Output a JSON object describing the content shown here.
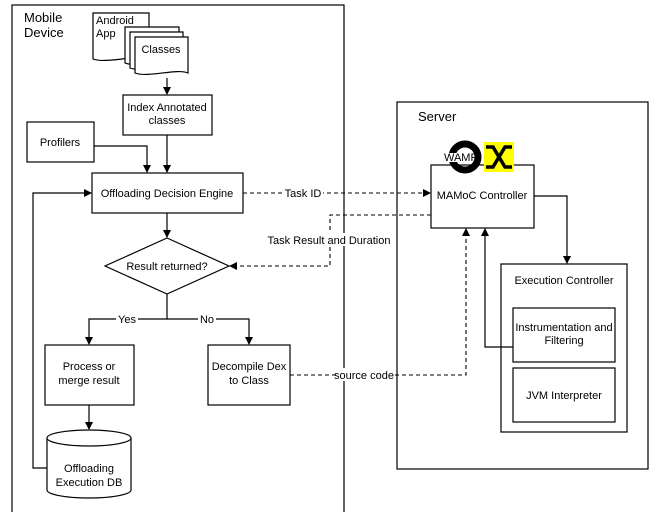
{
  "containers": {
    "mobile_label_line1": "Mobile",
    "mobile_label_line2": "Device",
    "server_label": "Server"
  },
  "mobile": {
    "android_app_line1": "Android",
    "android_app_line2": "App",
    "classes": "Classes",
    "index_line1": "Index Annotated",
    "index_line2": "classes",
    "profilers": "Profilers",
    "decision_engine": "Offloading Decision Engine",
    "result_returned": "Result returned?",
    "yes": "Yes",
    "no": "No",
    "process_line1": "Process or",
    "process_line2": "merge result",
    "decompile_line1": "Decompile Dex",
    "decompile_line2": "to Class",
    "db_line1": "Offloading",
    "db_line2": "Execution DB"
  },
  "server": {
    "wamp_logo_text": "WAMP",
    "controller": "MAMoC Controller",
    "execution_controller": "Execution Controller",
    "instrumentation_line1": "Instrumentation and",
    "instrumentation_line2": "Filtering",
    "jvm": "JVM Interpreter"
  },
  "edges": {
    "task_id": "Task ID",
    "task_result": "Task Result and Duration",
    "source_code": "source code"
  },
  "colors": {
    "logo_yellow": "#ffff00",
    "line": "#000000"
  }
}
